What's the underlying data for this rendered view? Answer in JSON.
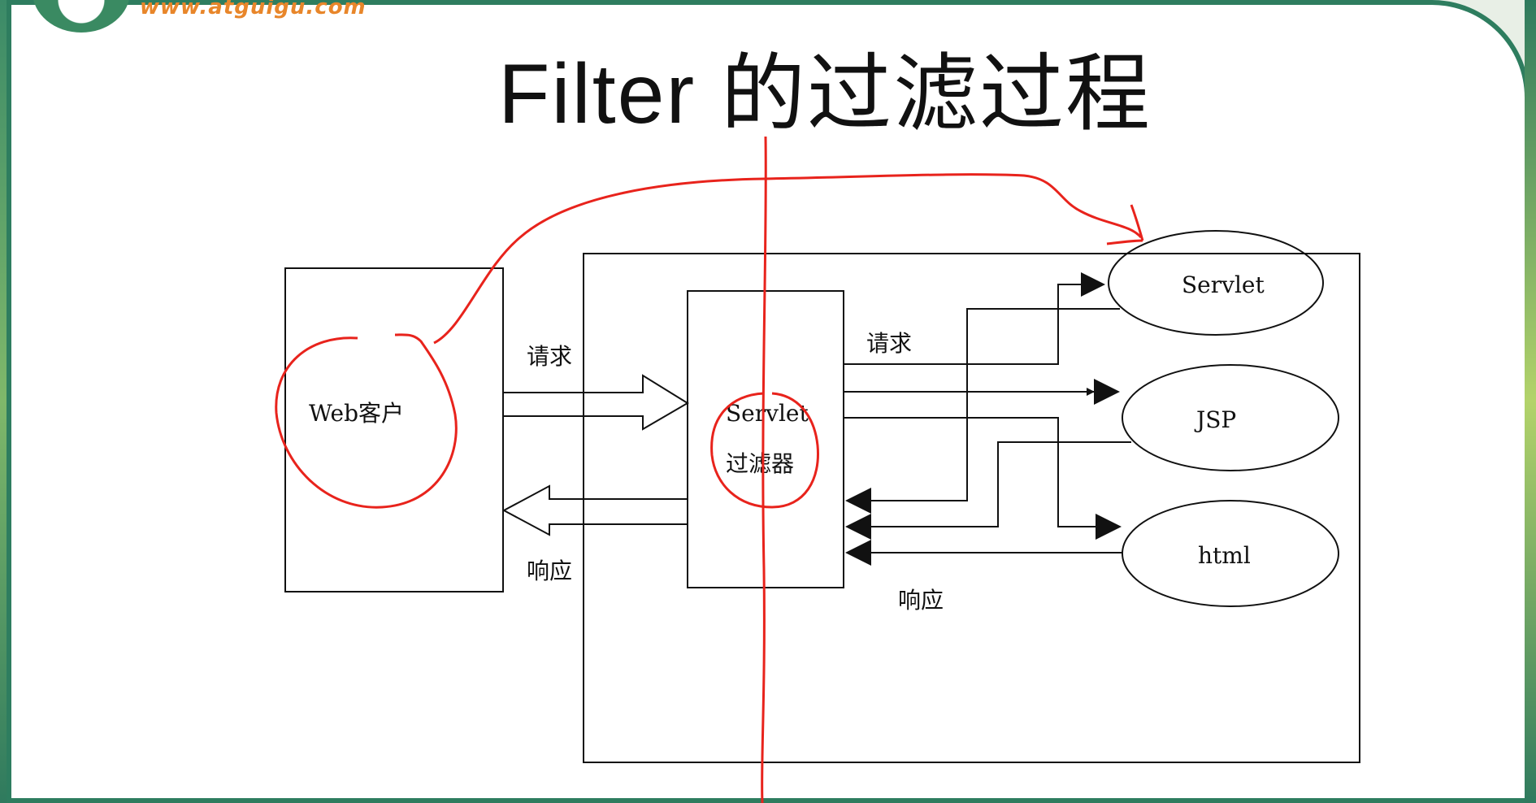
{
  "header": {
    "site_url": "www.atguigu.com",
    "title": "Filter 的过滤过程"
  },
  "diagram": {
    "client_box": "Web客户",
    "filter_box_line1": "Servlet",
    "filter_box_line2": "过滤器",
    "request_label_left": "请求",
    "response_label_left": "响应",
    "request_label_right": "请求",
    "response_label_right": "响应",
    "targets": [
      "Servlet",
      "JSP",
      "html"
    ]
  },
  "colors": {
    "annotation": "#e8231c",
    "line": "#111111",
    "accent": "#2e7d5f",
    "url": "#e8862a"
  }
}
